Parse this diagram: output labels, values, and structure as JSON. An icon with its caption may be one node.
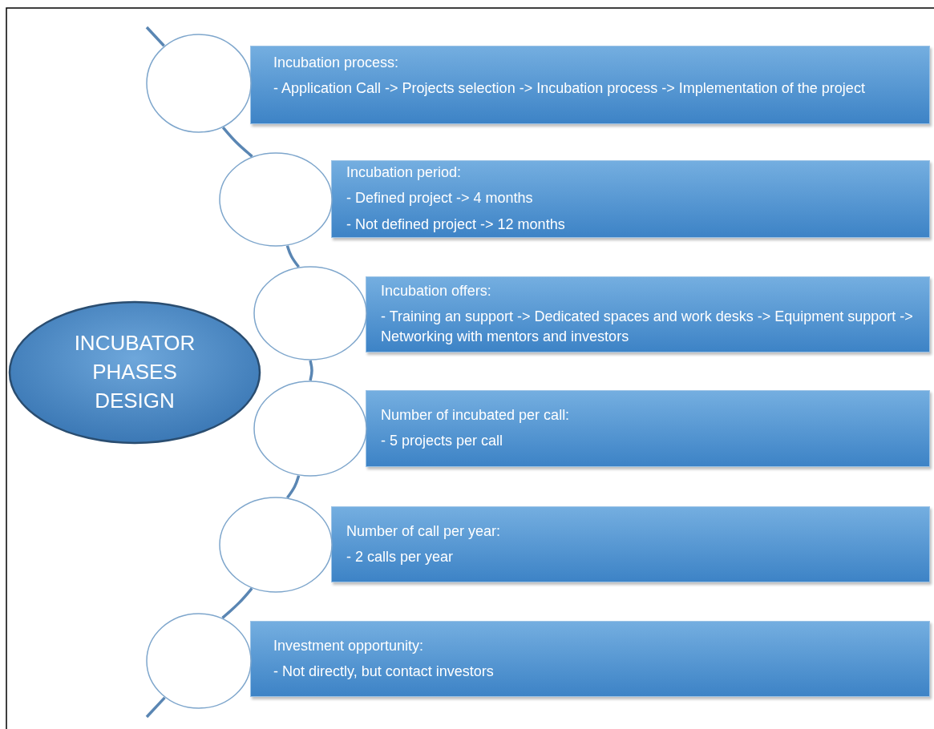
{
  "diagram": {
    "nodes": [
      {
        "text": [
          "INCUBATOR PHASES DESIGN"
        ]
      },
      {
        "text": [
          "Incubation process:",
          "- Application Call -> Projects selection -> Incubation process -> Implementation of the project"
        ]
      },
      {
        "text": [
          "Incubation period:",
          "- Defined project -> 4 months",
          "- Not defined project -> 12 months"
        ]
      },
      {
        "text": [
          "Incubation offers:",
          "- Training an support -> Dedicated spaces and work desks -> Equipment support -> Networking with mentors and investors"
        ]
      },
      {
        "text": [
          "Number of incubated per call:",
          "- 5 projects per call"
        ]
      },
      {
        "text": [
          "Number of call per year:",
          "- 2 calls per year"
        ]
      },
      {
        "text": [
          "Investment opportunity:",
          "- Not directly, but contact investors"
        ]
      },
      {
        "text": [],
        "shape": "circle"
      },
      {
        "text": [],
        "shape": "circle"
      },
      {
        "text": [],
        "shape": "circle"
      },
      {
        "text": [],
        "shape": "circle"
      },
      {
        "text": [],
        "shape": "circle"
      },
      {
        "text": [],
        "shape": "circle"
      }
    ],
    "edges": [
      {
        "from": null,
        "to": 7,
        "arrow": "none"
      },
      {
        "from": 7,
        "to": 8,
        "arrow": "none"
      },
      {
        "from": 8,
        "to": 9,
        "arrow": "none"
      },
      {
        "from": 9,
        "to": 10,
        "arrow": "none"
      },
      {
        "from": 10,
        "to": 11,
        "arrow": "none"
      },
      {
        "from": 11,
        "to": 12,
        "arrow": "none"
      },
      {
        "from": 12,
        "to": null,
        "arrow": "none"
      }
    ]
  }
}
